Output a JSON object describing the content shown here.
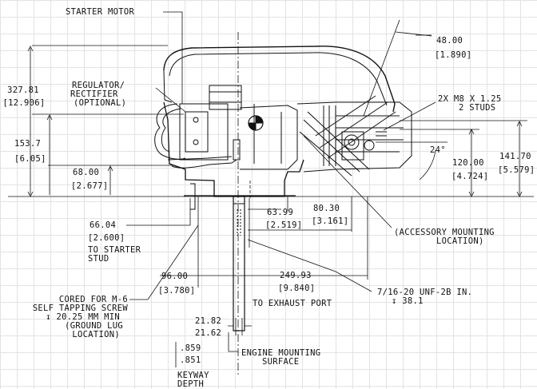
{
  "labels": {
    "starter_motor": "STARTER MOTOR",
    "height_total_mm": "327.81",
    "height_total_in": "[12.906]",
    "regulator_line1": "REGULATOR/",
    "regulator_line2": "RECTIFIER",
    "regulator_line3": "(OPTIONAL)",
    "dim_153_mm": "153.7",
    "dim_153_in": "[6.05]",
    "dim_68_mm": "68.00",
    "dim_68_in": "[2.677]",
    "dim_66_mm": "66.04",
    "dim_66_in": "[2.600]",
    "to_starter_line1": "TO STARTER",
    "to_starter_line2": "STUD",
    "dim_48_mm": "48.00",
    "dim_48_in": "[1.890]",
    "studs_line1": "2X M8 X 1.25",
    "studs_line2": "2 STUDS",
    "angle": "24°",
    "dim_120_mm": "120.00",
    "dim_120_in": "[4.724]",
    "dim_141_mm": "141.70",
    "dim_141_in": "[5.579]",
    "dim_63_mm": "63.99",
    "dim_63_in": "[2.519]",
    "dim_80_mm": "80.30",
    "dim_80_in": "[3.161]",
    "accessory_line1": "(ACCESSORY MOUNTING",
    "accessory_line2": "LOCATION)",
    "dim_96_mm": "96.00",
    "dim_96_in": "[3.780]",
    "dim_249_mm": "249.93",
    "dim_249_in": "[9.840]",
    "to_exhaust": "TO EXHAUST PORT",
    "cored_line1": "CORED FOR M-6",
    "cored_line2": "SELF TAPPING SCREW",
    "cored_line3": "↧ 20.25 MM MIN",
    "cored_line4": "(GROUND LUG",
    "cored_line5": "LOCATION)",
    "thread_line1": "7/16-20 UNF-2B IN.",
    "thread_line2": "↧ 38.1",
    "dim_21_82": "21.82",
    "dim_21_62": "21.62",
    "keyway_in1": ".859",
    "keyway_in2": ".851",
    "keyway_line1": "KEYWAY",
    "keyway_line2": "DEPTH",
    "engine_mount_line1": "ENGINE MOUNTING",
    "engine_mount_line2": "SURFACE"
  }
}
